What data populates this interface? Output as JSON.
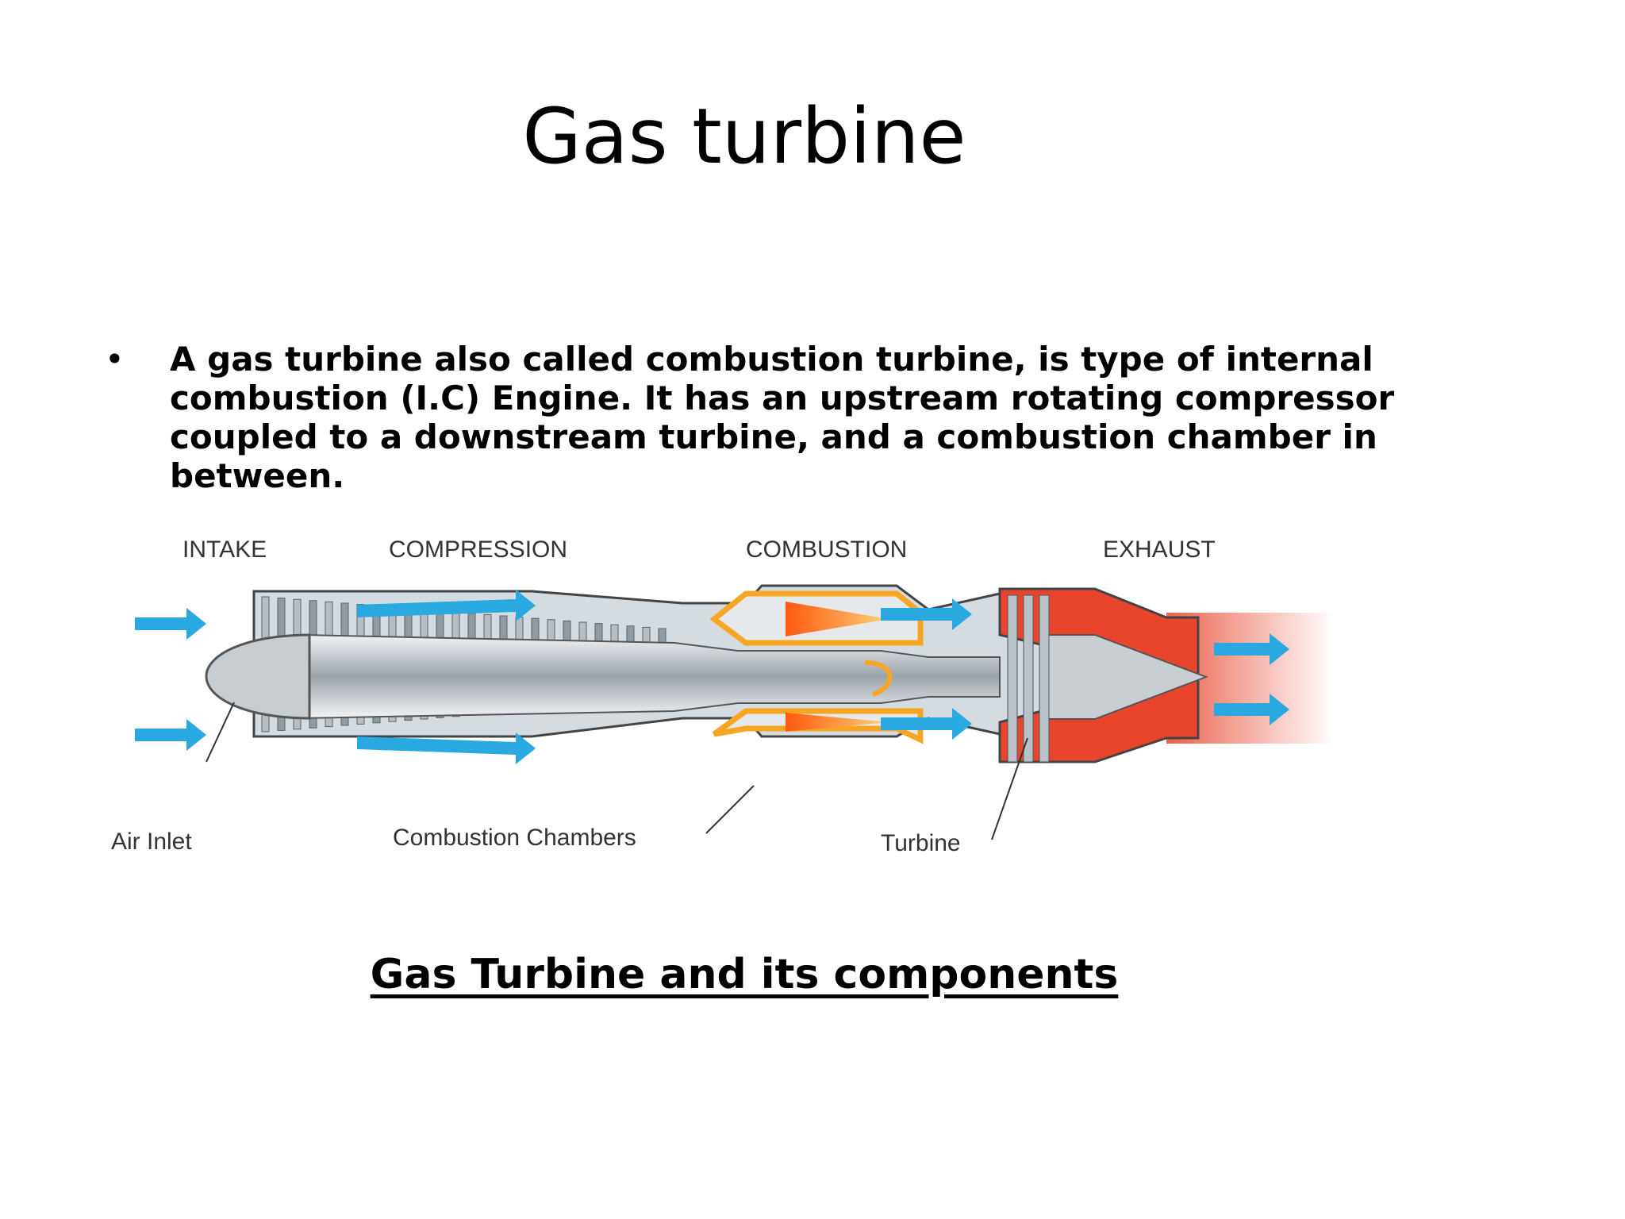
{
  "slide": {
    "title": "Gas turbine",
    "bullet_marker": "•",
    "bullet_text": "A gas turbine also called combustion turbine, is type of internal combustion (I.C) Engine. It has an upstream rotating compressor coupled to a downstream turbine, and a combustion chamber in between.",
    "caption": "Gas Turbine and its components"
  },
  "diagram": {
    "stage_labels": {
      "intake": "INTAKE",
      "compression": "COMPRESSION",
      "combustion": "COMBUSTION",
      "exhaust": "EXHAUST"
    },
    "callouts": {
      "air_inlet": "Air Inlet",
      "combustion_chambers": "Combustion Chambers",
      "turbine": "Turbine"
    },
    "colors": {
      "airflow": "#29a9e0",
      "casing": "#c9d3da",
      "combustor": "#f6a623",
      "flame": "#ff7a1a",
      "exhaust": "#e8452c"
    }
  }
}
